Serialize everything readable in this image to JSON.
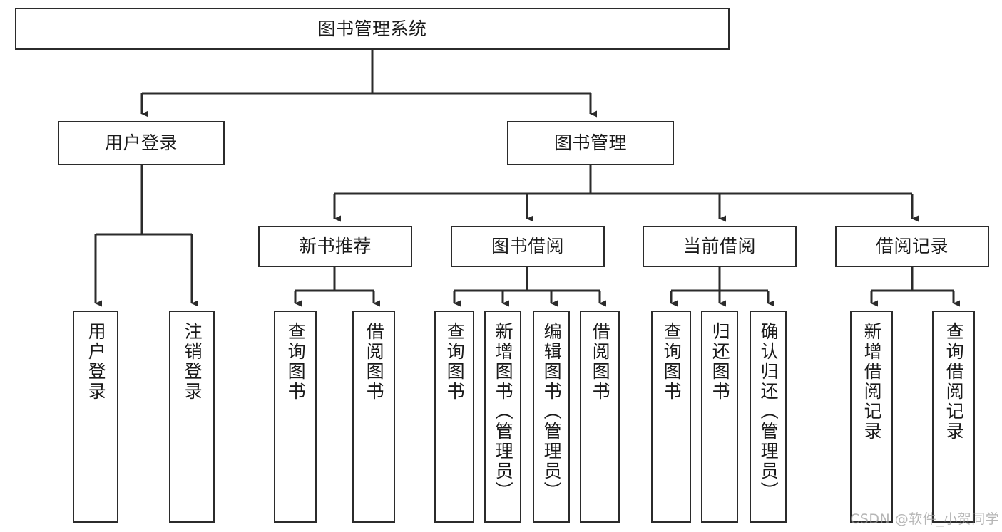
{
  "diagram": {
    "title": "图书管理系统",
    "type": "tree-hierarchy-diagram",
    "colors": {
      "box_border": "#2b2b2b",
      "connector": "#2b2b2b",
      "background": "#ffffff",
      "text": "#1a1a1a",
      "watermark": "#9a9a9a"
    },
    "root": {
      "label": "图书管理系统"
    },
    "level2": [
      {
        "label": "用户登录"
      },
      {
        "label": "图书管理"
      }
    ],
    "level3": [
      {
        "label": "新书推荐"
      },
      {
        "label": "图书借阅"
      },
      {
        "label": "当前借阅"
      },
      {
        "label": "借阅记录"
      }
    ],
    "leaves": {
      "user_login": [
        {
          "label": "用户登录"
        },
        {
          "label": "注销登录"
        }
      ],
      "new_book_recommend": [
        {
          "label": "查询图书"
        },
        {
          "label": "借阅图书"
        }
      ],
      "book_borrow": [
        {
          "label": "查询图书"
        },
        {
          "label": "新增图书（管理员）"
        },
        {
          "label": "编辑图书（管理员）"
        },
        {
          "label": "借阅图书"
        }
      ],
      "current_borrow": [
        {
          "label": "查询图书"
        },
        {
          "label": "归还图书"
        },
        {
          "label": "确认归还（管理员）"
        }
      ],
      "borrow_record": [
        {
          "label": "新增借阅记录"
        },
        {
          "label": "查询借阅记录"
        }
      ]
    },
    "watermark": "CSDN @软件_小贺同学"
  }
}
